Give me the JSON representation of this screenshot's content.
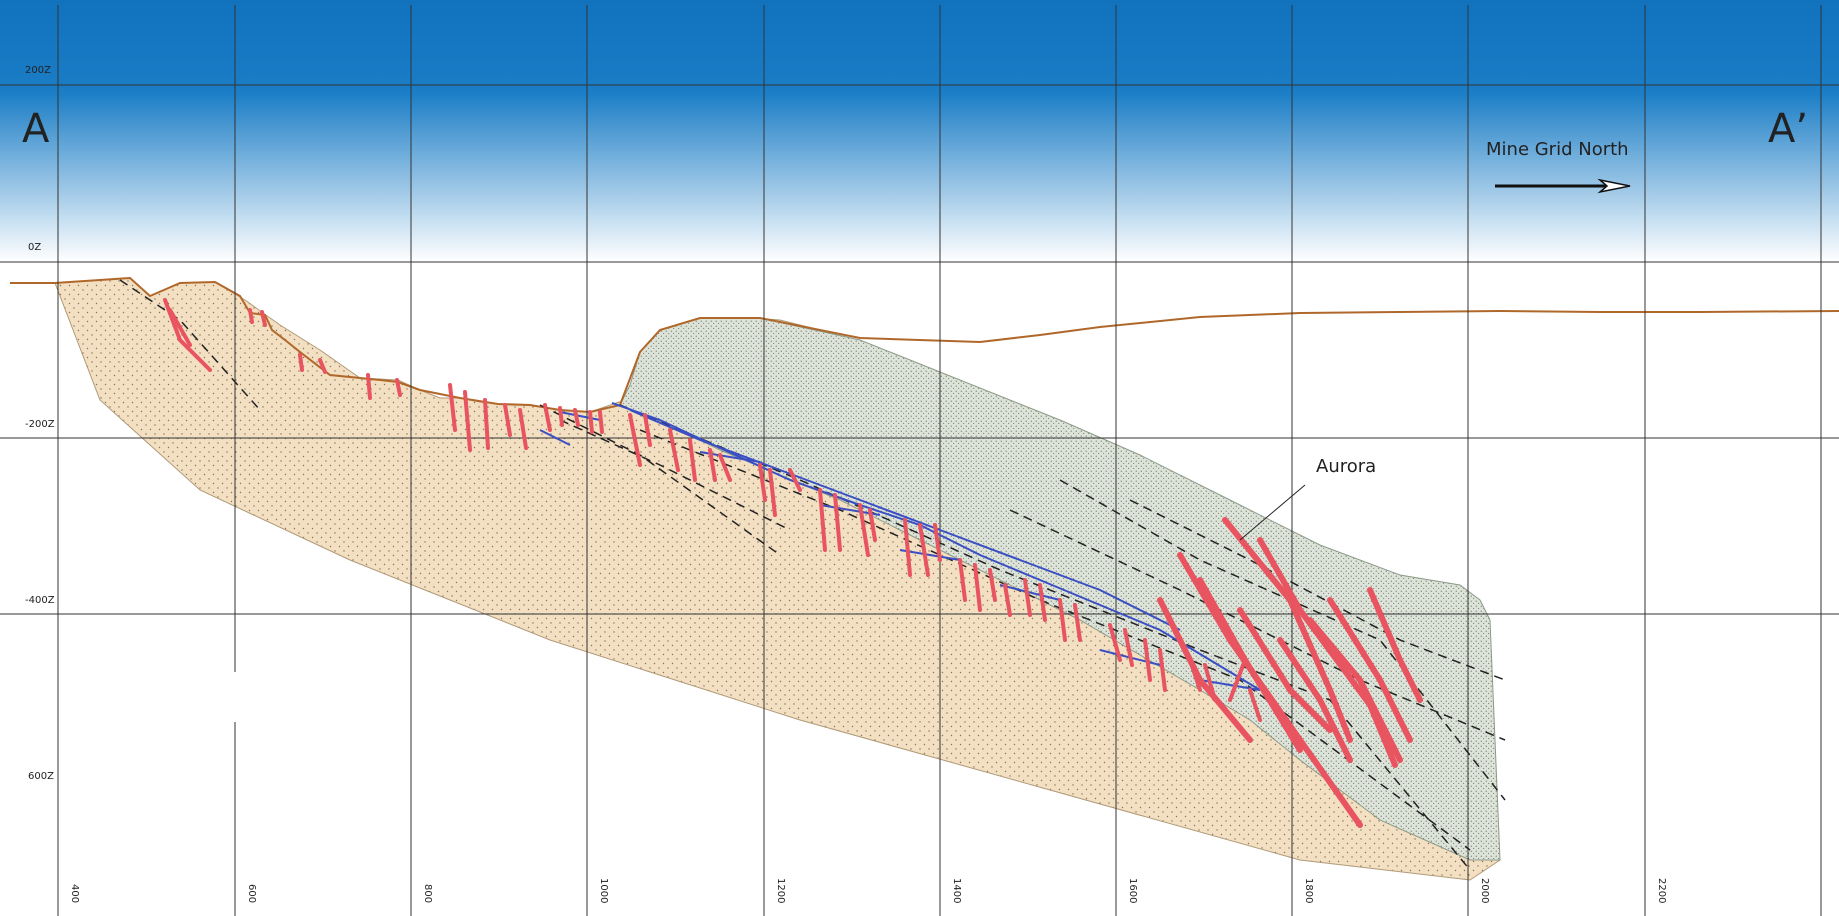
{
  "section": {
    "end_left": "A",
    "end_right": "A’",
    "north_label": "Mine Grid North",
    "vein_label": "Aurora"
  },
  "elevation_labels": [
    "200Z",
    "0Z",
    "-200Z",
    "-400Z",
    "600Z"
  ],
  "easting_labels": [
    "400",
    "600",
    "800",
    "1000",
    "1200",
    "1400",
    "1600",
    "1800",
    "2000",
    "2200"
  ],
  "colors": {
    "sky_top": "#1172bd",
    "sky_bottom": "#ffffff",
    "footwall_unit": "#f3dfc2",
    "hangingwall_unit": "#dde3d8",
    "topography": "#b0682a",
    "veins": "#e8545f",
    "workings": "#3b4fc4",
    "grid": "#333333"
  }
}
